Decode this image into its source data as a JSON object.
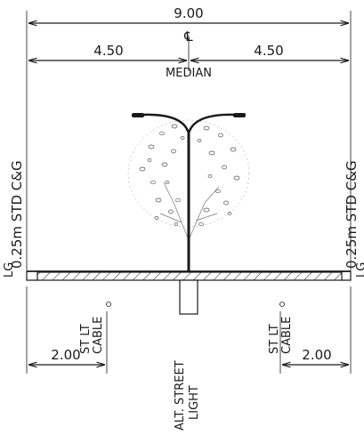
{
  "dimensions": {
    "total_width": "9.00",
    "left_half": "4.50",
    "right_half": "4.50",
    "left_offset": "2.00",
    "right_offset": "2.00"
  },
  "labels": {
    "centerline": "℄",
    "median": "MEDIAN",
    "left_curb": "0.25m STD C&G",
    "right_curb": "0.25m STD C&G",
    "left_lg": "LG",
    "right_lg": "LG",
    "left_cable_line1": "ST LT",
    "left_cable_line2": "CABLE",
    "right_cable_line1": "ST LT",
    "right_cable_line2": "CABLE",
    "street_light_line1": "ALT. STREET",
    "street_light_line2": "LIGHT"
  }
}
